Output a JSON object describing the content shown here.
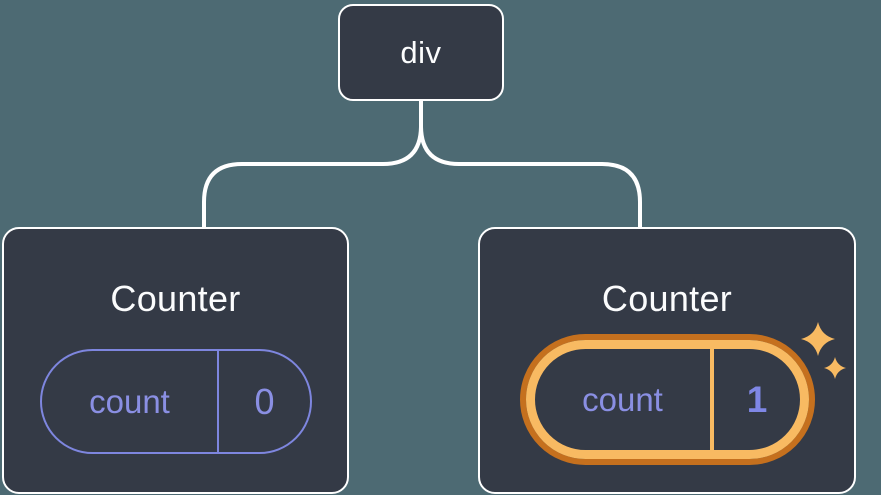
{
  "diagram": {
    "description": "React component tree diagram: a div parent with two Counter children, the second Counter's count state is highlighted as updated",
    "root_node": {
      "label": "div"
    },
    "counters": [
      {
        "title": "Counter",
        "state_key": "count",
        "state_value": "0",
        "highlighted": false
      },
      {
        "title": "Counter",
        "state_key": "count",
        "state_value": "1",
        "highlighted": true
      }
    ]
  },
  "colors": {
    "background": "#4D6A73",
    "node_background": "#343A46",
    "node_border": "#FFFFFF",
    "connector": "#FFFFFF",
    "state_border": "#7E86DF",
    "state_text": "#8A8FE3",
    "highlight_ring_outer": "#C5701E",
    "highlight_ring_inner": "#F8BA62",
    "sparkle": "#F8BA62"
  }
}
